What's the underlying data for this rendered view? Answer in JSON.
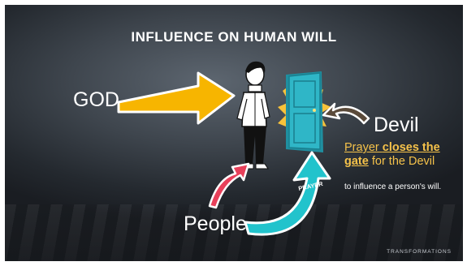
{
  "title": "INFLUENCE ON HUMAN WILL",
  "labels": {
    "god": "GOD",
    "devil": "Devil",
    "people": "People",
    "arrow_badge": "PRAYER"
  },
  "prayer_statement": {
    "part1": "Prayer ",
    "part2": "closes the gate",
    "part3": " for the Devil",
    "subtext": "to influence a person's will."
  },
  "brand": "TRANSFORMATIONS",
  "colors": {
    "god_arrow": "#f7b500",
    "devil_arrow": "#5a4a3a",
    "people_arrow": "#e8405a",
    "prayer_arrow": "#22c3cc",
    "door": "#2fb6c7",
    "accent_text": "#f5c24a"
  },
  "icons": [
    "person-figure",
    "door",
    "starburst"
  ]
}
